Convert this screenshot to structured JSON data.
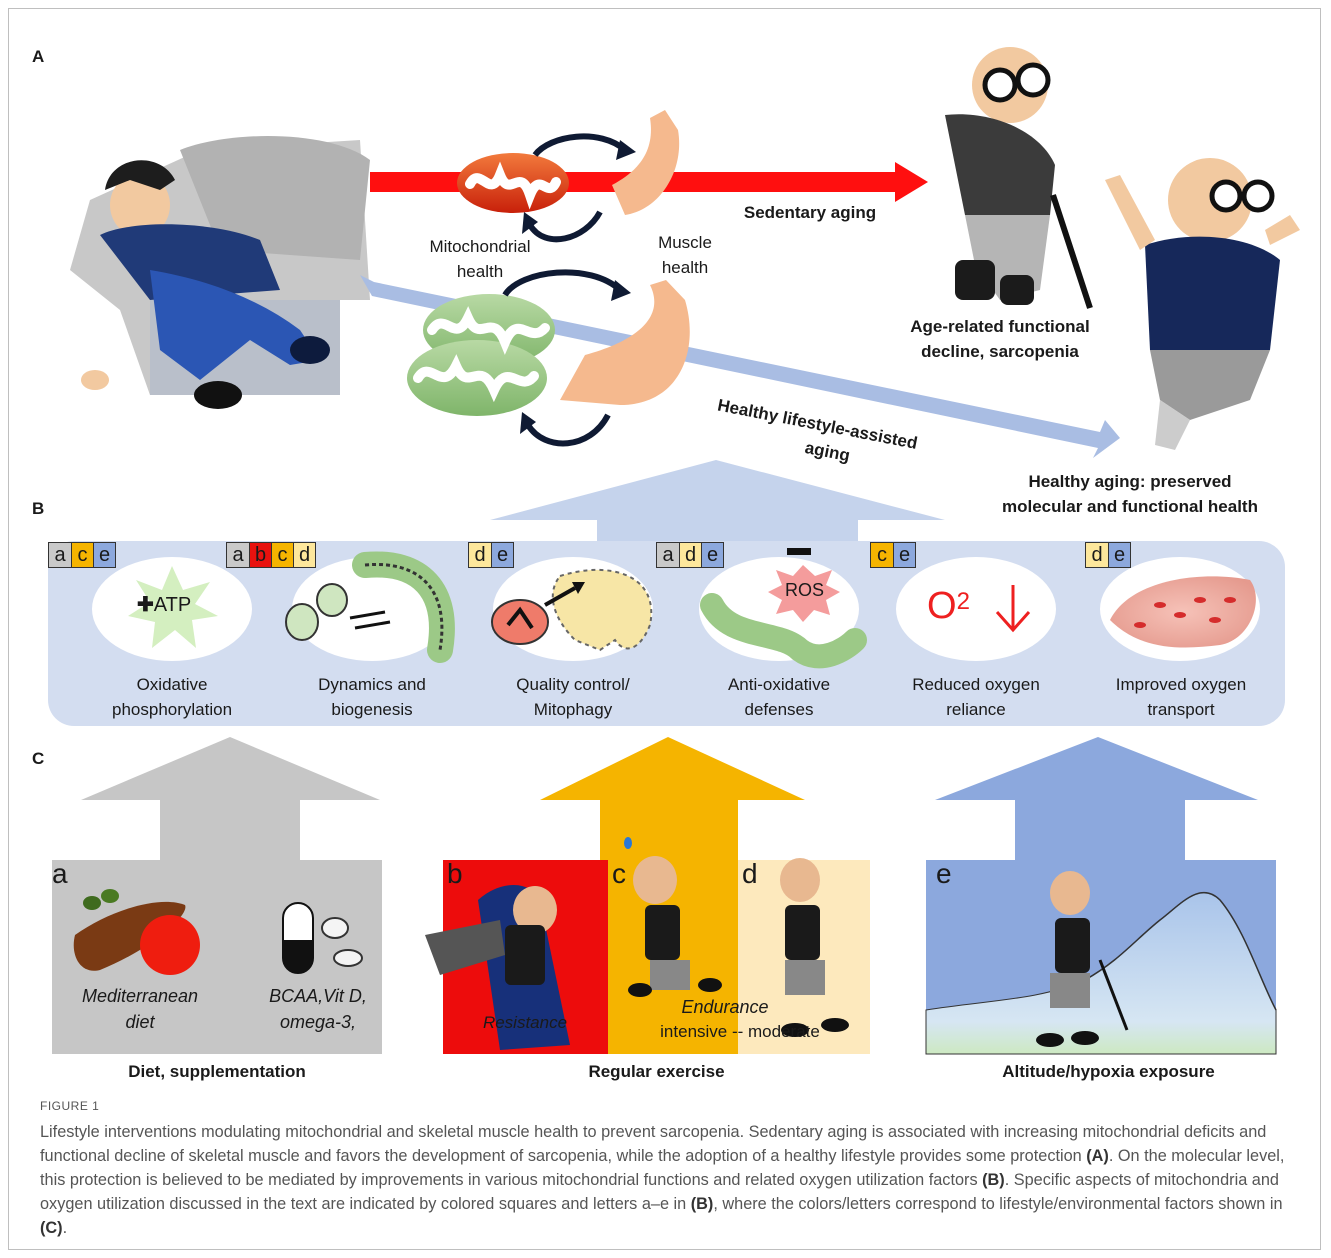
{
  "panel_a": {
    "letter": "A",
    "mito_label_1": "Mitochondrial",
    "mito_label_2": "health",
    "muscle_label_1": "Muscle",
    "muscle_label_2": "health",
    "sedentary": "Sedentary aging",
    "decline_1": "Age-related functional",
    "decline_2": "decline, sarcopenia",
    "healthy_path_1": "Healthy lifestyle-assisted",
    "healthy_path_2": "aging",
    "healthy_1": "Healthy aging: preserved",
    "healthy_2": "molecular and functional health"
  },
  "panel_b": {
    "letter": "B",
    "items": [
      {
        "tags": [
          "a",
          "c",
          "e"
        ],
        "label_1": "Oxidative",
        "label_2": "phosphorylation",
        "inner": "ATP"
      },
      {
        "tags": [
          "a",
          "b",
          "c",
          "d"
        ],
        "label_1": "Dynamics and",
        "label_2": "biogenesis"
      },
      {
        "tags": [
          "d",
          "e"
        ],
        "label_1": "Quality control/",
        "label_2": "Mitophagy"
      },
      {
        "tags": [
          "a",
          "d",
          "e"
        ],
        "label_1": "Anti-oxidative",
        "label_2": "defenses",
        "inner": "ROS"
      },
      {
        "tags": [
          "c",
          "e"
        ],
        "label_1": "Reduced oxygen",
        "label_2": "reliance",
        "inner": "O",
        "inner_sup": "2"
      },
      {
        "tags": [
          "d",
          "e"
        ],
        "label_1": "Improved oxygen",
        "label_2": "transport"
      }
    ],
    "tag_colors": {
      "a": "#c9c9c9",
      "b": "#e8120f",
      "c": "#f5b400",
      "d": "#fde79c",
      "e": "#8ca8dd"
    }
  },
  "panel_c": {
    "letter": "C",
    "diet": {
      "letter": "a",
      "food_1": "Mediterranean",
      "food_2": "diet",
      "supp_1": "BCAA,Vit D,",
      "supp_2": "omega-3,",
      "title": "Diet, supplementation"
    },
    "exercise": {
      "letter_b": "b",
      "letter_c": "c",
      "letter_d": "d",
      "resistance": "Resistance",
      "endurance": "Endurance",
      "intensity": "intensive -- moderate",
      "title": "Regular exercise"
    },
    "altitude": {
      "letter": "e",
      "title": "Altitude/hypoxia exposure"
    }
  },
  "caption": {
    "label": "FIGURE 1",
    "text_1": "Lifestyle interventions modulating mitochondrial and skeletal muscle health to prevent sarcopenia. Sedentary aging is associated with increasing mitochondrial deficits and functional decline of skeletal muscle and favors the development of sarcopenia, while the adoption of a healthy lifestyle provides some protection ",
    "ref_a": "(A)",
    "text_2": ". On the molecular level, this protection is believed to be mediated by improvements in various mitochondrial functions and related oxygen utilization factors ",
    "ref_b": "(B)",
    "text_3": ". Specific aspects of mitochondria and oxygen utilization discussed in the text are indicated by colored squares and letters a–e in ",
    "ref_b2": "(B)",
    "text_4": ", where the colors/letters correspond to lifestyle/environmental factors shown in ",
    "ref_c": "(C)",
    "text_5": "."
  }
}
